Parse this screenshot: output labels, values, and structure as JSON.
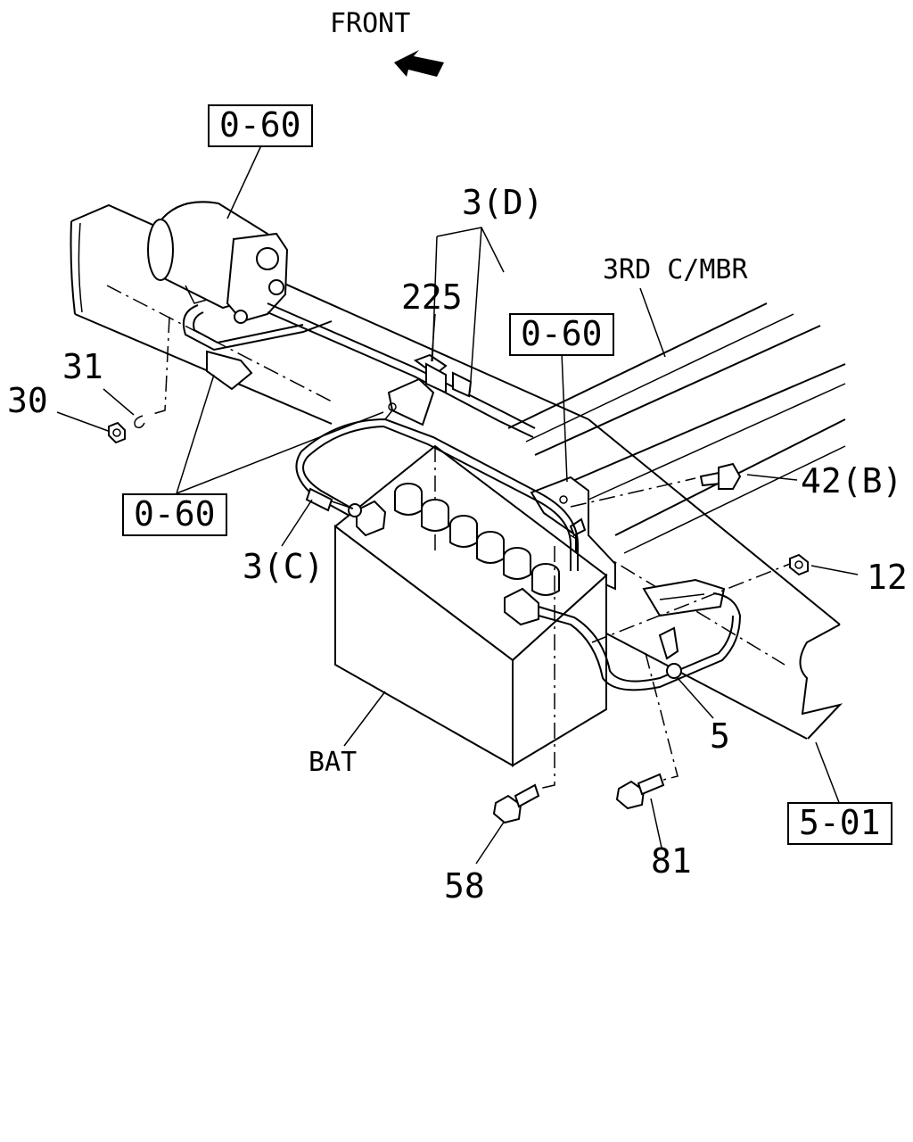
{
  "front_label": "FRONT",
  "crossmember_label": "3RD C/MBR",
  "ref_boxes": {
    "ref_starter": "0-60",
    "ref_bracket": "0-60",
    "ref_left": "0-60",
    "ref_frame": "5-01"
  },
  "callouts": {
    "c_3d": "3(D)",
    "c_225": "225",
    "c_31": "31",
    "c_30": "30",
    "c_42b": "42(B)",
    "c_12": "12",
    "c_3c": "3(C)",
    "c_5": "5",
    "c_bat": "BAT",
    "c_58": "58",
    "c_81": "81"
  }
}
